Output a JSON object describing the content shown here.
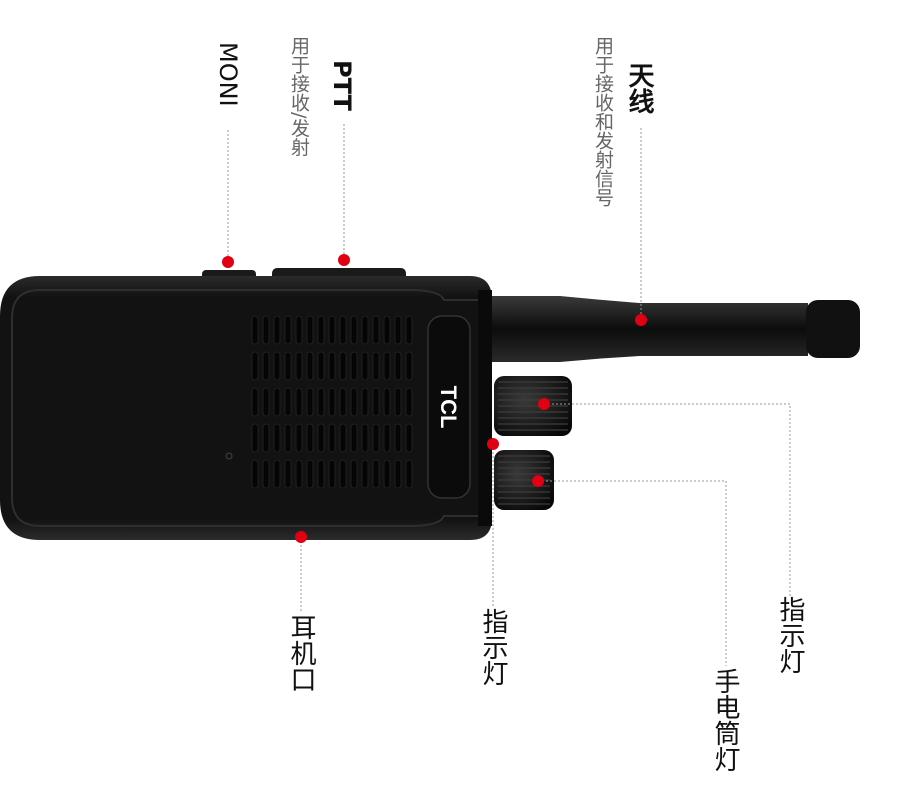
{
  "device": {
    "brand": "TCL"
  },
  "callouts": {
    "moni": {
      "label": "MONI"
    },
    "ptt": {
      "label": "PTT",
      "desc": "用于接收/发射"
    },
    "antenna": {
      "label": "天线",
      "desc": "用于接收和发射信号"
    },
    "indicator_top": {
      "label": "指示灯"
    },
    "flashlight": {
      "label": "手电筒灯"
    },
    "indicator_mid": {
      "label": "指示灯"
    },
    "earphone": {
      "label": "耳机口"
    }
  },
  "colors": {
    "marker": "#e00012",
    "leader": "#9a9a9a",
    "body": "#141414",
    "body_edge": "#2a2a2a",
    "grille": "#050505"
  }
}
